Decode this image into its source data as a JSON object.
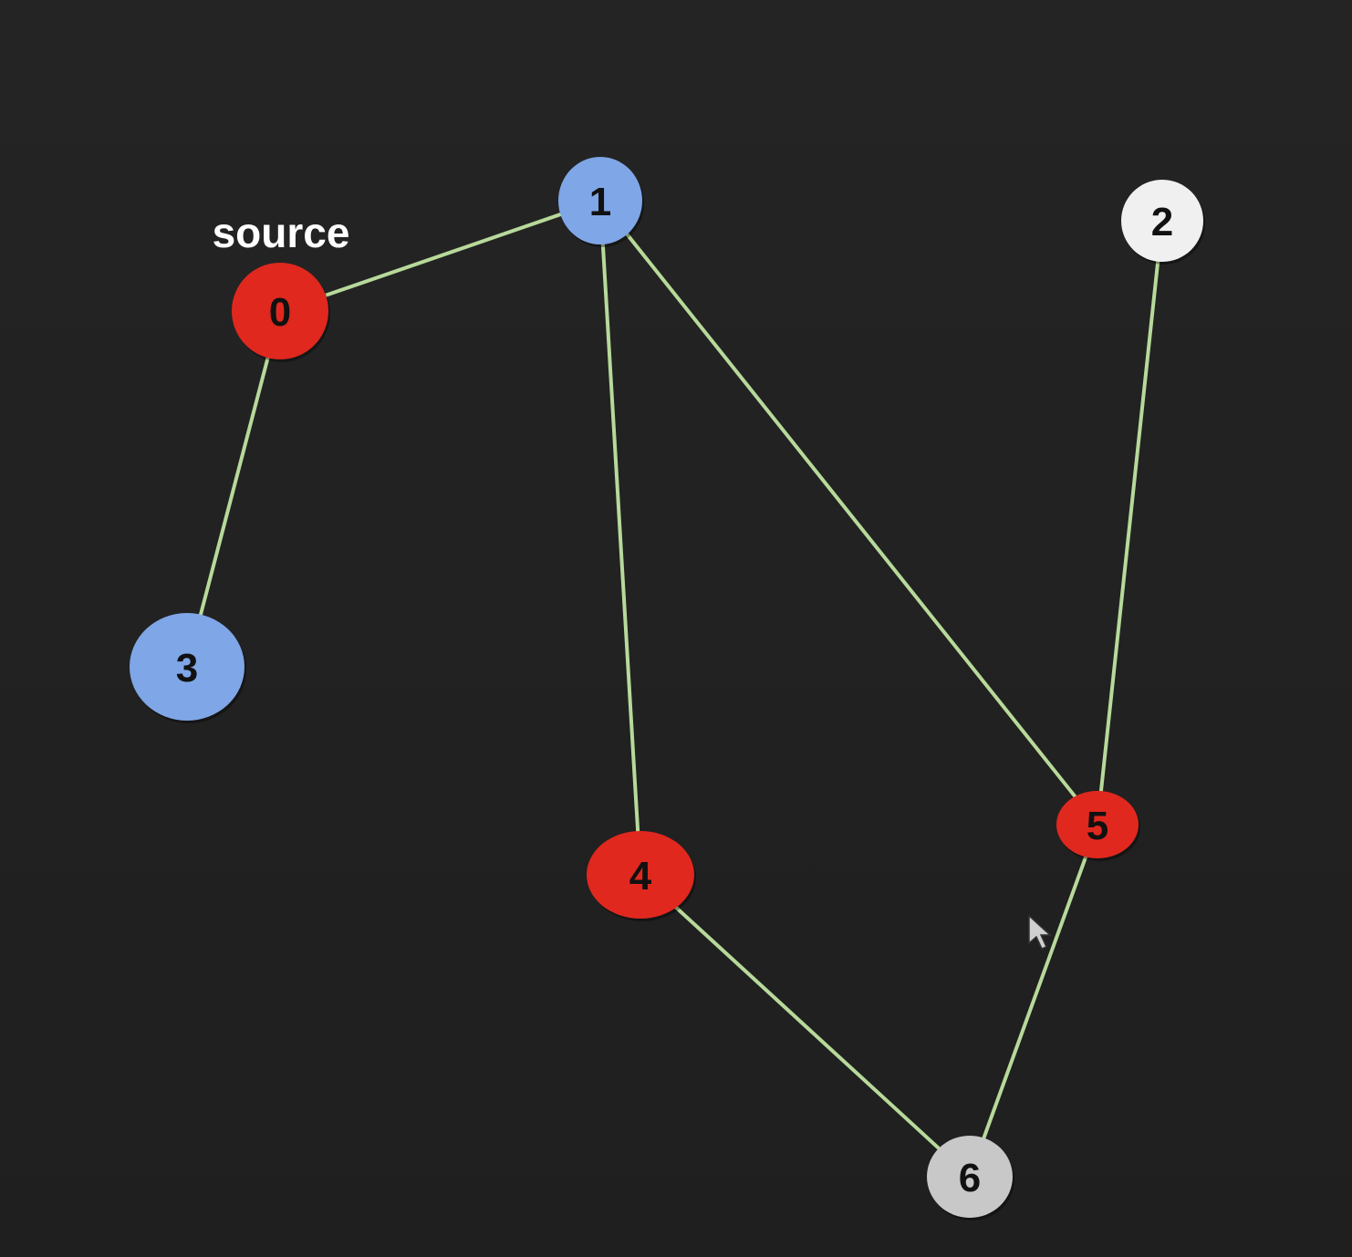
{
  "graph": {
    "source_label": "source",
    "source_node": "0",
    "nodes": [
      {
        "id": "0",
        "label": "0",
        "color": "#e0281e",
        "state": "visited"
      },
      {
        "id": "1",
        "label": "1",
        "color": "#7fa6e6",
        "state": "queued"
      },
      {
        "id": "2",
        "label": "2",
        "color": "#f0f0f0",
        "state": "unvisited"
      },
      {
        "id": "3",
        "label": "3",
        "color": "#7fa6e6",
        "state": "queued"
      },
      {
        "id": "4",
        "label": "4",
        "color": "#e0281e",
        "state": "visited"
      },
      {
        "id": "5",
        "label": "5",
        "color": "#e0281e",
        "state": "visited"
      },
      {
        "id": "6",
        "label": "6",
        "color": "#c8c8c8",
        "state": "unvisited"
      }
    ],
    "edges": [
      [
        "0",
        "1"
      ],
      [
        "0",
        "3"
      ],
      [
        "1",
        "4"
      ],
      [
        "1",
        "5"
      ],
      [
        "2",
        "5"
      ],
      [
        "4",
        "6"
      ],
      [
        "5",
        "6"
      ]
    ],
    "colors": {
      "background": "#222222",
      "edge": "#b7d99a",
      "visited": "#e0281e",
      "queued": "#7fa6e6",
      "unvisited": "#f0f0f0"
    }
  },
  "cursor": {
    "icon": "mouse-pointer-icon"
  }
}
